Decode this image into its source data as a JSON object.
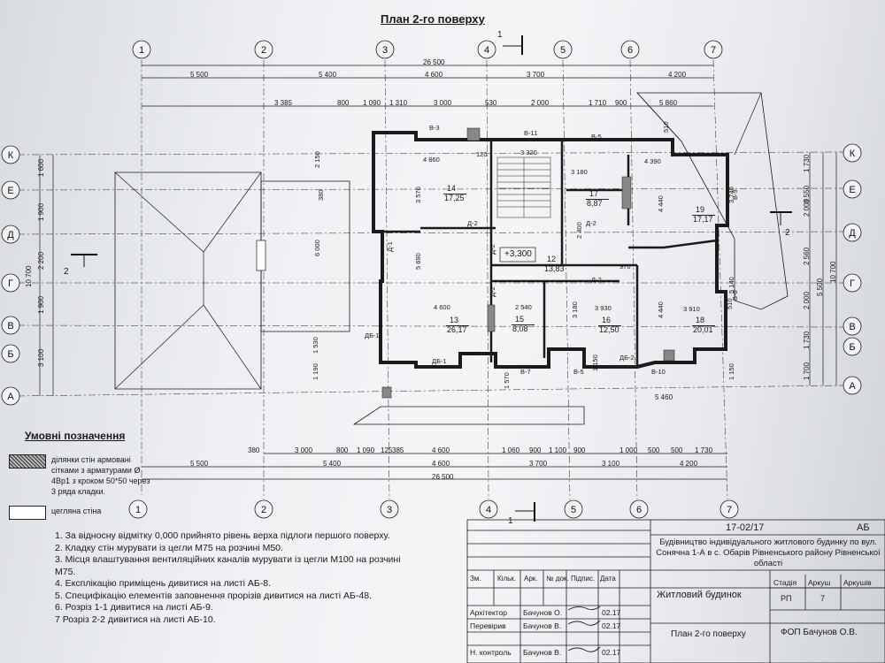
{
  "title": "План 2-го поверху",
  "grid_columns": [
    "1",
    "2",
    "3",
    "4",
    "5",
    "6",
    "7"
  ],
  "grid_rows": [
    "К",
    "Е",
    "Д",
    "Г",
    "В",
    "Б",
    "А"
  ],
  "dimensions_top": {
    "overall": "26 500",
    "row1": [
      "5 500",
      "5 400",
      "4 600",
      "3 700",
      "4 200"
    ],
    "row2": [
      "3 385",
      "800",
      "1 090",
      "1 310",
      "3 000",
      "530",
      "2 000",
      "1 710",
      "900",
      "5 860"
    ]
  },
  "dimensions_bottom": {
    "row1": [
      "380",
      "3 000",
      "800",
      "1 090",
      "125",
      "385",
      "4 600",
      "1 060",
      "900",
      "1 100",
      "900",
      "1 000",
      "500",
      "500",
      "1 730"
    ],
    "row2": [
      "5 500",
      "5 400",
      "4 600",
      "3 700",
      "3 100",
      "4 200"
    ],
    "overall": "26 500",
    "extra": [
      "5 460"
    ]
  },
  "dimensions_left": {
    "row1": [
      "1 600",
      "1 900",
      "2 200",
      "1 900",
      "3 100"
    ],
    "overall": "10 700"
  },
  "dimensions_right": {
    "row1": [
      "1 730",
      "3 550",
      "2 000",
      "2 560",
      "2 000",
      "1 730",
      "1 700"
    ],
    "row2": [
      "5 500"
    ],
    "overall": "10 700"
  },
  "rooms": [
    {
      "num": "14",
      "area": "17,25"
    },
    {
      "num": "17",
      "area": "8,87"
    },
    {
      "num": "19",
      "area": "17,17"
    },
    {
      "num": "12",
      "area": "13,83"
    },
    {
      "num": "13",
      "area": "26,17"
    },
    {
      "num": "15",
      "area": "8,08"
    },
    {
      "num": "16",
      "area": "12,50"
    },
    {
      "num": "18",
      "area": "20,01"
    }
  ],
  "level_mark": "+3,300",
  "section_marks": [
    "1",
    "2"
  ],
  "window_labels": [
    "В-3",
    "В-11",
    "В-5",
    "В-9",
    "В-7",
    "В-5",
    "В-10",
    "В-8"
  ],
  "door_labels": [
    "Д-1",
    "Д-2",
    "Д-2",
    "Д-2",
    "Д-2",
    "Д-2",
    "ДБ-1",
    "ДБ-2",
    "ДБ-1"
  ],
  "inner_dims": [
    "4 860",
    "3 320",
    "3 180",
    "4 390",
    "3 570",
    "5 690",
    "6 000",
    "3 740",
    "4 440",
    "2 400",
    "970",
    "4 600",
    "2 540",
    "3 930",
    "3 910",
    "5 140",
    "3 180",
    "4 440",
    "1 570",
    "1 150",
    "1 150",
    "1 190",
    "1 530",
    "2 150",
    "510",
    "510",
    "380",
    "120"
  ],
  "legend": {
    "title": "Умовні позначення",
    "items": [
      {
        "text": "ділянки стін армовані сітками з арматурами Ø 4Вр1 з кроком 50*50 через 3 ряда кладки."
      },
      {
        "text": "цегляна стіна"
      }
    ]
  },
  "notes": [
    "1. За відносну відмітку 0,000 прийнято рівень верха підлоги першого поверху.",
    "2. Кладку стін мурувати із цегли М75 на розчині М50.",
    "3. Місця влаштування вентиляційних каналів мурувати із цегли М100 на розчині М75.",
    "4. Експлікацію приміщень дивитися на листі АБ-8.",
    "5. Специфікацію елементів заповнення прорізів дивитися на листі АБ-48.",
    "6. Розріз 1-1 дивитися на листі АБ-9.",
    "7  Розріз 2-2 дивитися на листі АБ-10."
  ],
  "stamp": {
    "code": "17-02/17",
    "sheet_series": "АБ",
    "project": "Будівництво індивідуального житлового будинку по вул. Сонячна 1-А в с. Обарів Рівненського району Рівненської області",
    "object": "Житловий будинок",
    "sheet_title": "План 2-го поверху",
    "company": "ФОП Бачунов О.В.",
    "head_cols": [
      "Зм.",
      "Кільк.",
      "Арк.",
      "№ док.",
      "Підпис.",
      "Дата"
    ],
    "stage_head": [
      "Стадія",
      "Аркуш",
      "Аркушів"
    ],
    "stage": "РП",
    "sheet_no": "7",
    "sheets_total": "",
    "staff": [
      {
        "role": "Архітектор",
        "name": "Бачунов О.",
        "date": "02.17"
      },
      {
        "role": "Перевірив",
        "name": "Бачунов В.",
        "date": "02.17"
      },
      {
        "role": "Н. контроль",
        "name": "Бачунов В.",
        "date": "02.17"
      }
    ]
  }
}
